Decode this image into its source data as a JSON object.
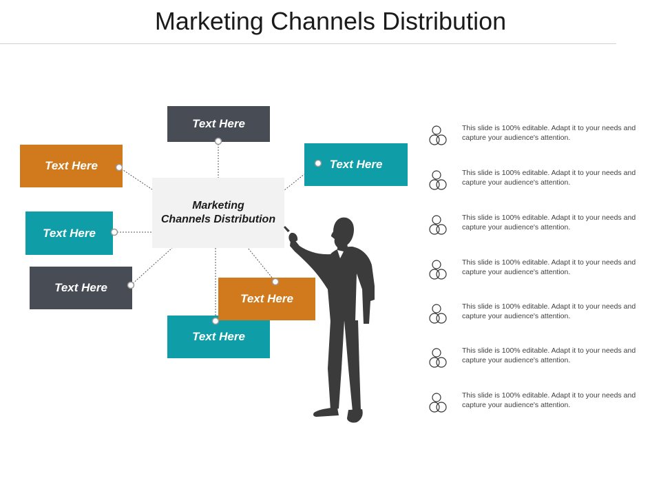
{
  "title": "Marketing Channels Distribution",
  "colors": {
    "dark": "#474c55",
    "teal": "#0f9da7",
    "orange": "#d07a1d",
    "center_bg": "#f2f2f2"
  },
  "center": {
    "label": "Marketing\nChannels Distribution"
  },
  "boxes": [
    {
      "id": "top",
      "label": "Text Here",
      "color": "dark"
    },
    {
      "id": "top-right",
      "label": "Text Here",
      "color": "teal"
    },
    {
      "id": "left-upper",
      "label": "Text Here",
      "color": "orange"
    },
    {
      "id": "left-middle",
      "label": "Text Here",
      "color": "teal"
    },
    {
      "id": "left-lower",
      "label": "Text Here",
      "color": "dark"
    },
    {
      "id": "bottom",
      "label": "Text Here",
      "color": "teal"
    },
    {
      "id": "bottom-right",
      "label": "Text Here",
      "color": "orange"
    }
  ],
  "list": {
    "icon": "people-icon",
    "items": [
      "This slide is 100% editable. Adapt it to your needs and capture your audience's attention.",
      "This slide is 100% editable. Adapt it to your needs and capture your audience's attention.",
      "This slide is 100% editable. Adapt it to your needs and capture your audience's attention.",
      "This slide is 100% editable. Adapt it to your needs and capture your audience's attention.",
      "This slide is 100% editable. Adapt it to your needs and capture your audience's attention.",
      "This slide is 100% editable. Adapt it to your needs and capture your audience's attention.",
      "This slide is 100% editable. Adapt it to your needs and capture your audience's attention."
    ]
  },
  "figure": {
    "icon": "businessman-silhouette-icon"
  }
}
